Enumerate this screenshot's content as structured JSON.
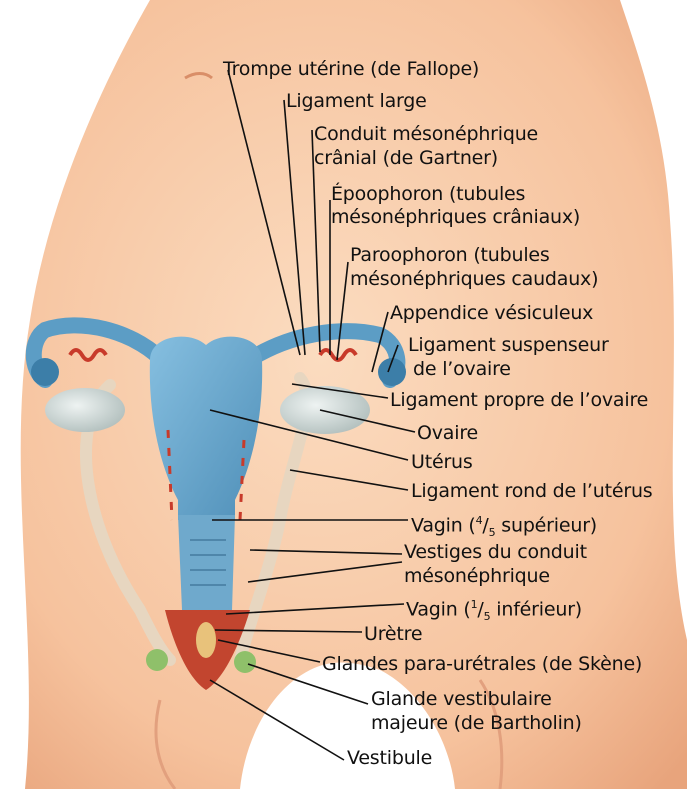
{
  "labels": {
    "fallopian_tube": "Trompe utérine (de Fallope)",
    "broad_ligament": "Ligament large",
    "gartner_duct_1": "Conduit mésonéphrique",
    "gartner_duct_2": "crânial (de Gartner)",
    "epoophoron_1": "Époophoron (tubules",
    "epoophoron_2": "mésonéphriques crâniaux)",
    "paroophoron_1": "Paroophoron (tubules",
    "paroophoron_2": "mésonéphriques caudaux)",
    "vesicular_appendix": "Appendice vésiculeux",
    "suspensory_ligament_1": "Ligament suspenseur",
    "suspensory_ligament_2": "de l’ovaire",
    "ovarian_ligament": "Ligament propre de l’ovaire",
    "ovary": "Ovaire",
    "uterus": "Utérus",
    "round_ligament": "Ligament rond de l’utérus",
    "vagina_upper_prefix": "Vagin (",
    "vagina_upper_num": "4",
    "vagina_upper_den": "5",
    "vagina_upper_suffix": " supérieur)",
    "duct_vestiges_1": "Vestiges du conduit",
    "duct_vestiges_2": "mésonéphrique",
    "vagina_lower_prefix": "Vagin (",
    "vagina_lower_num": "1",
    "vagina_lower_den": "5",
    "vagina_lower_suffix": " inférieur)",
    "urethra": "Urètre",
    "skene_glands": "Glandes para-urétrales (de Skène)",
    "bartholin_1": "Glande vestibulaire",
    "bartholin_2": "majeure (de Bartholin)",
    "vestibule": "Vestibule"
  },
  "colors": {
    "skin": "#f6c7a4",
    "skin_shadow": "#e9a47c",
    "uterus": "#6aa9cf",
    "ovary": "#cfd8d6",
    "vestige_red": "#c83a2a",
    "gland_green": "#8fc06a"
  }
}
